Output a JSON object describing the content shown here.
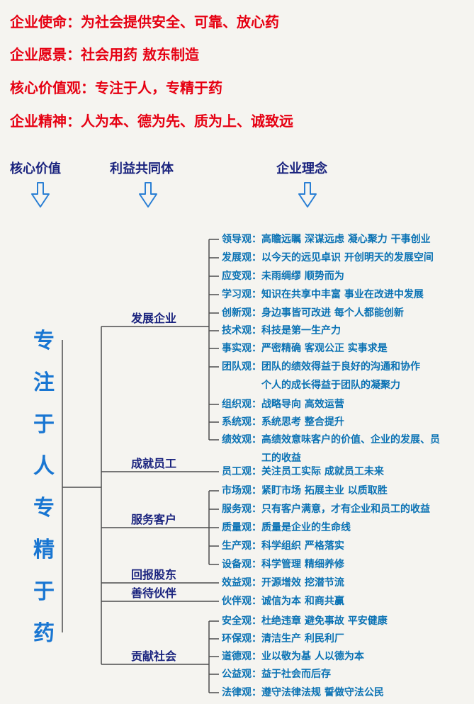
{
  "colors": {
    "background": "#f5f4f0",
    "statement_red": "#e60012",
    "header_navy": "#1a237e",
    "vertical_blue": "#1976d2",
    "leaf_blue": "#0a72b4",
    "arrow_blue": "#2a7fd4",
    "line_gray": "#4d4d4d"
  },
  "statements": [
    {
      "text": "企业使命：为社会提供安全、可靠、放心药"
    },
    {
      "text": "企业愿景：社会用药 敖东制造"
    },
    {
      "text": "核心价值观：专注于人，专精于药"
    },
    {
      "text": "企业精神：人为本、德为先、质为上、诚致远"
    }
  ],
  "columns": [
    {
      "label": "核心价值"
    },
    {
      "label": "利益共同体"
    },
    {
      "label": "企业理念"
    }
  ],
  "core_value_chars": [
    "专",
    "注",
    "于",
    "人",
    "专",
    "精",
    "于",
    "药"
  ],
  "tree": {
    "groups": [
      {
        "node": "发展企业",
        "leaves": [
          {
            "lines": [
              "领导观：高瞻远瞩 深谋远虑 凝心聚力 干事创业"
            ]
          },
          {
            "lines": [
              "发展观：以今天的远见卓识 开创明天的发展空间"
            ]
          },
          {
            "lines": [
              "应变观：未雨绸缪 顺势而为"
            ]
          },
          {
            "lines": [
              "学习观：知识在共享中丰富 事业在改进中发展"
            ]
          },
          {
            "lines": [
              "创新观：身边事皆可改进 每个人都能创新"
            ]
          },
          {
            "lines": [
              "技术观：科技是第一生产力"
            ]
          },
          {
            "lines": [
              "事实观：严密精确 客观公正 实事求是"
            ]
          },
          {
            "lines": [
              "团队观：团队的绩效得益于良好的沟通和协作",
              "个人的成长得益于团队的凝聚力"
            ]
          },
          {
            "lines": [
              "组织观：战略导向 高效运营"
            ]
          },
          {
            "lines": [
              "系统观：系统思考 整合提升"
            ]
          },
          {
            "lines": [
              "绩效观：高绩效意味客户的价值、企业的发展、员",
              "工的收益"
            ]
          }
        ]
      },
      {
        "node": "成就员工",
        "leaves": [
          {
            "lines": [
              "员工观：关注员工实际 成就员工未来"
            ]
          }
        ]
      },
      {
        "node": "服务客户",
        "leaves": [
          {
            "lines": [
              "市场观：紧盯市场 拓展主业 以质取胜"
            ]
          },
          {
            "lines": [
              "服务观：只有客户满意，才有企业和员工的收益"
            ]
          },
          {
            "lines": [
              "质量观：质量是企业的生命线"
            ]
          },
          {
            "lines": [
              "生产观：科学组织 严格落实"
            ]
          },
          {
            "lines": [
              "设备观：科学管理 精细养修"
            ]
          }
        ]
      },
      {
        "node": "回报股东",
        "leaves": [
          {
            "lines": [
              "效益观：开源增效 挖潜节流"
            ]
          }
        ]
      },
      {
        "node": "善待伙伴",
        "leaves": [
          {
            "lines": [
              "伙伴观：诚信为本 和商共赢"
            ]
          }
        ]
      },
      {
        "node": "贡献社会",
        "leaves": [
          {
            "lines": [
              "安全观：杜绝违章 避免事故 平安健康"
            ]
          },
          {
            "lines": [
              "环保观：清洁生产 利民利厂"
            ]
          },
          {
            "lines": [
              "道德观：业以敬为基 人以德为本"
            ]
          },
          {
            "lines": [
              "公益观：益于社会而后存"
            ]
          },
          {
            "lines": [
              "法律观：遵守法律法规 誓做守法公民"
            ]
          }
        ]
      }
    ]
  }
}
